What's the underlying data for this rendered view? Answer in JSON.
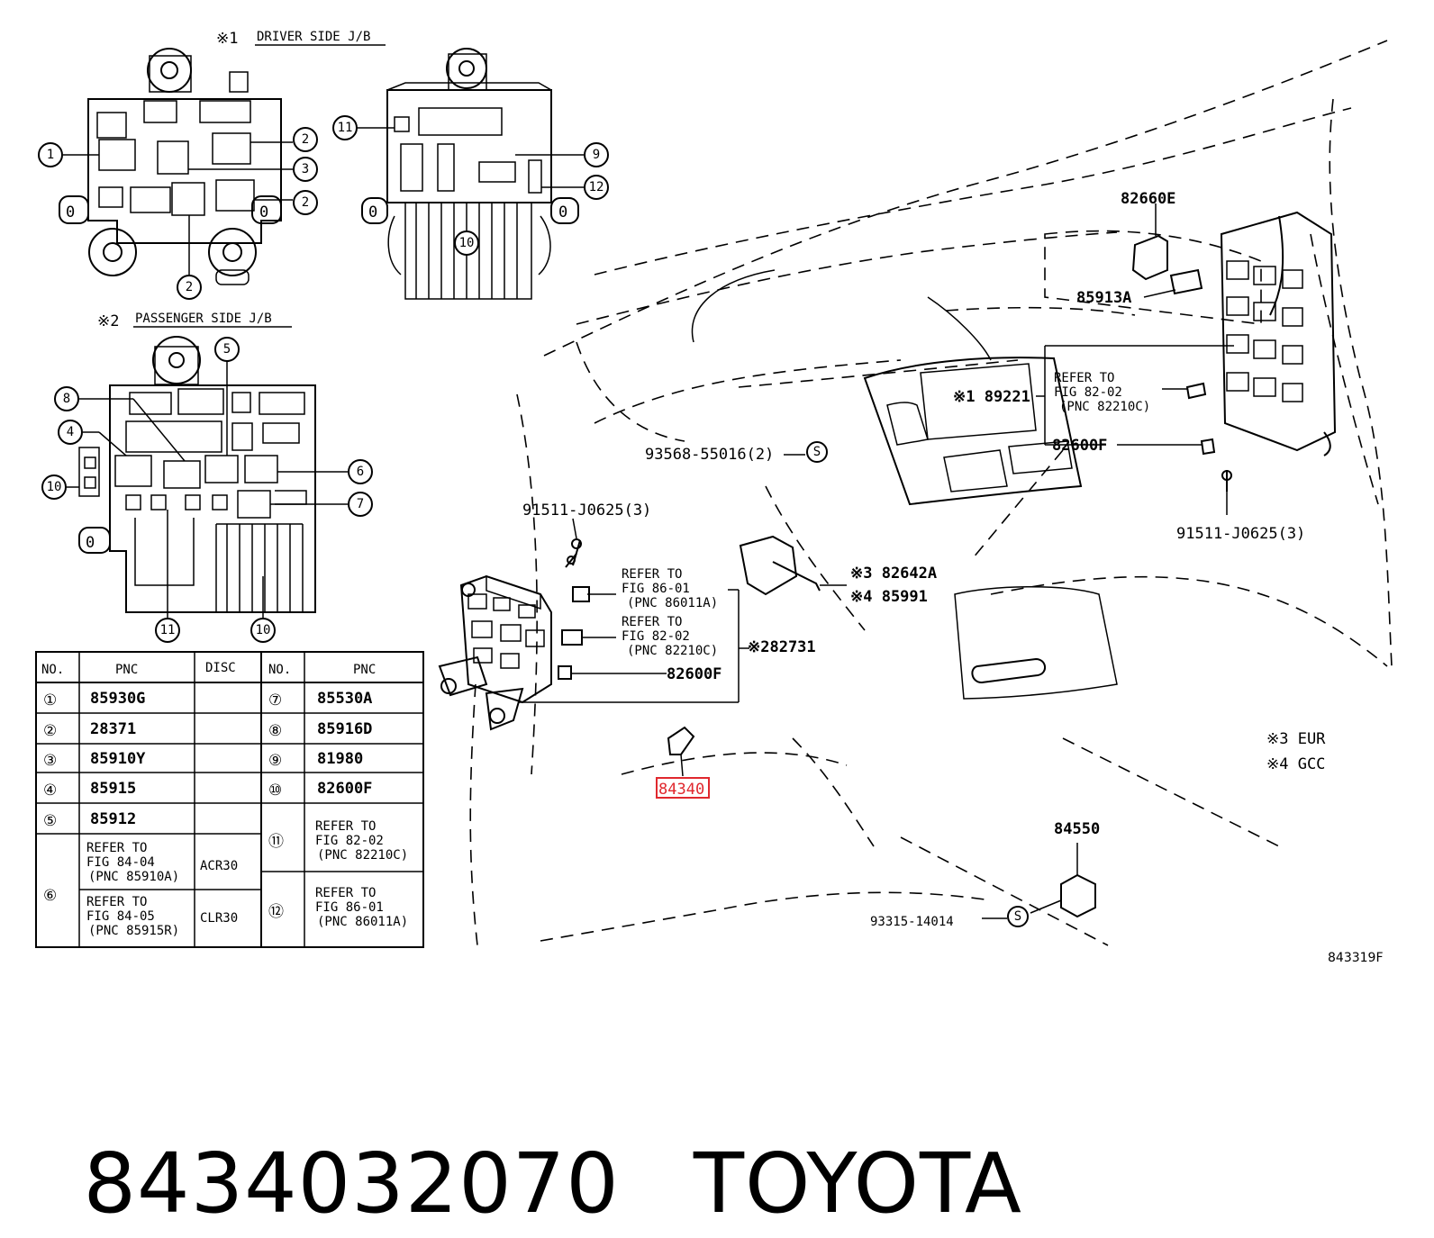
{
  "inset1": {
    "marker": "※1",
    "title": "DRIVER SIDE J/B"
  },
  "inset2": {
    "marker": "※2",
    "title": "PASSENGER SIDE J/B"
  },
  "callouts": [
    "1",
    "2",
    "3",
    "4",
    "5",
    "6",
    "7",
    "8",
    "9",
    "10",
    "11",
    "12"
  ],
  "table": {
    "headers": [
      "NO.",
      "PNC",
      "DISC",
      "NO.",
      "PNC"
    ],
    "left_rows": [
      {
        "no": "①",
        "pnc": "85930G"
      },
      {
        "no": "②",
        "pnc": "28371"
      },
      {
        "no": "③",
        "pnc": "85910Y"
      },
      {
        "no": "④",
        "pnc": "85915"
      },
      {
        "no": "⑤",
        "pnc": "85912"
      }
    ],
    "row6": {
      "no": "⑥",
      "a_lines": [
        "REFER TO",
        "FIG 84-04",
        "(PNC 85910A)"
      ],
      "a_disc": "ACR30",
      "b_lines": [
        "REFER TO",
        "FIG 84-05",
        "(PNC 85915R)"
      ],
      "b_disc": "CLR30"
    },
    "right_rows": [
      {
        "no": "⑦",
        "pnc": "85530A"
      },
      {
        "no": "⑧",
        "pnc": "85916D"
      },
      {
        "no": "⑨",
        "pnc": "81980"
      },
      {
        "no": "⑩",
        "pnc": "82600F"
      }
    ],
    "row11": {
      "no": "⑪",
      "lines": [
        "REFER TO",
        "FIG 82-02",
        "(PNC 82210C)"
      ]
    },
    "row12": {
      "no": "⑫",
      "lines": [
        "REFER TO",
        "FIG 86-01",
        "(PNC 86011A)"
      ]
    }
  },
  "labels": {
    "p82660E": "82660E",
    "p85913A": "85913A",
    "refer_top": [
      "REFER TO",
      "FIG 82-02",
      "(PNC 82210C)"
    ],
    "p89221": "※1 89221",
    "p82600F_right": "82600F",
    "p93568": "93568-55016(2)",
    "p91511_left": "91511-J0625(3)",
    "p91511_right": "91511-J0625(3)",
    "refer_mid1": [
      "REFER TO",
      "FIG 86-01",
      "(PNC 86011A)"
    ],
    "refer_mid2": [
      "REFER TO",
      "FIG 82-02",
      "(PNC 82210C)"
    ],
    "p82600F_left": "82600F",
    "p282731": "※282731",
    "p82642A": "※3 82642A",
    "p85991": "※4 85991",
    "p84340": "84340",
    "p84550": "84550",
    "p93315": "93315-14014",
    "s": "S",
    "note3": "※3 EUR",
    "note4": "※4 GCC",
    "fig_code": "843319F"
  },
  "footer": {
    "part_number": "8434032070",
    "brand": "TOYOTA"
  },
  "colors": {
    "highlight": "#e0282e",
    "ink": "#000000"
  }
}
